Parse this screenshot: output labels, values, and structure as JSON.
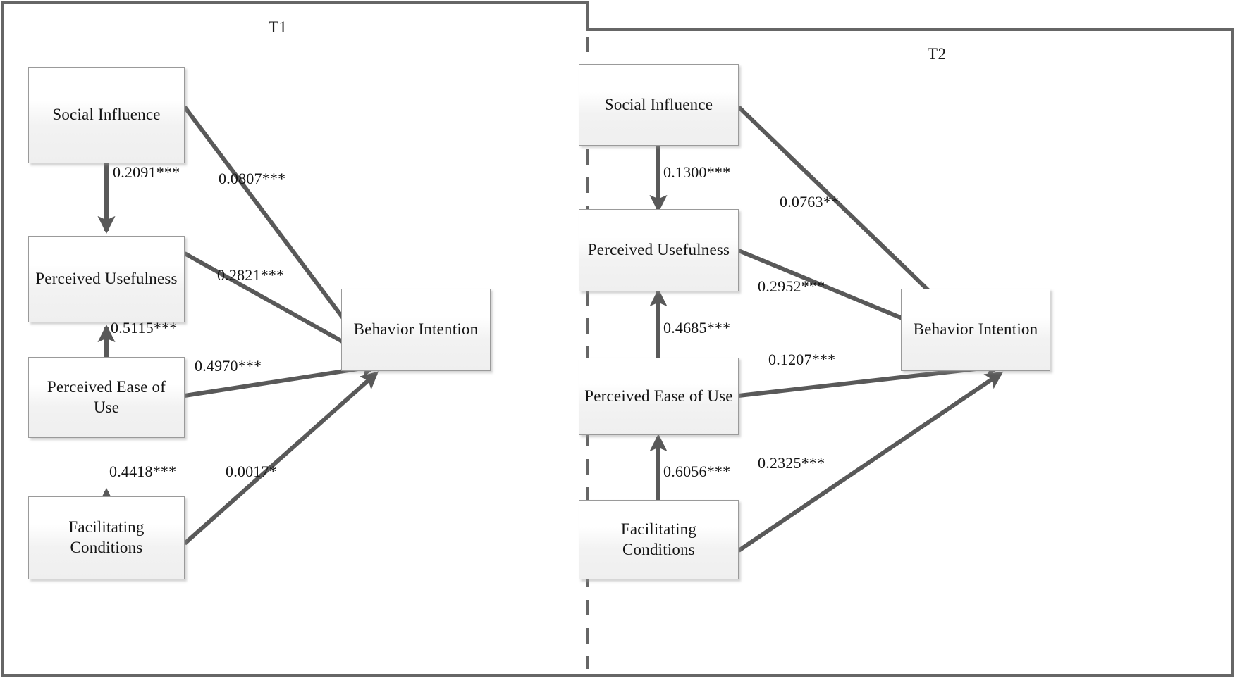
{
  "figure": {
    "type": "path-diagram",
    "description": "Two-panel structural equation model path diagram comparing time point T1 and T2",
    "panels": [
      {
        "id": "T1",
        "title": "T1",
        "nodes": [
          {
            "id": "si",
            "label": "Social Influence"
          },
          {
            "id": "pu",
            "label": "Perceived Usefulness"
          },
          {
            "id": "peou",
            "label": "Perceived Ease of Use"
          },
          {
            "id": "fc",
            "label_line1": "Facilitating",
            "label_line2": "Conditions"
          },
          {
            "id": "bi",
            "label": "Behavior Intention"
          }
        ],
        "edges": [
          {
            "from": "si",
            "to": "pu",
            "label": "0.2091***"
          },
          {
            "from": "si",
            "to": "bi",
            "label": "0.0807***"
          },
          {
            "from": "pu",
            "to": "bi",
            "label": "0.2821***"
          },
          {
            "from": "peou",
            "to": "pu",
            "label": "0.5115***"
          },
          {
            "from": "peou",
            "to": "bi",
            "label": "0.4970***"
          },
          {
            "from": "fc",
            "to": "peou",
            "label": "0.4418***"
          },
          {
            "from": "fc",
            "to": "bi",
            "label": "0.0017*"
          }
        ]
      },
      {
        "id": "T2",
        "title": "T2",
        "nodes": [
          {
            "id": "si",
            "label": "Social Influence"
          },
          {
            "id": "pu",
            "label": "Perceived Usefulness"
          },
          {
            "id": "peou",
            "label": "Perceived Ease of Use"
          },
          {
            "id": "fc",
            "label_line1": "Facilitating",
            "label_line2": "Conditions"
          },
          {
            "id": "bi",
            "label": "Behavior Intention"
          }
        ],
        "edges": [
          {
            "from": "si",
            "to": "pu",
            "label": "0.1300***"
          },
          {
            "from": "si",
            "to": "bi",
            "label": "0.0763**"
          },
          {
            "from": "pu",
            "to": "bi",
            "label": "0.2952***"
          },
          {
            "from": "peou",
            "to": "pu",
            "label": "0.4685***"
          },
          {
            "from": "peou",
            "to": "bi",
            "label": "0.1207***"
          },
          {
            "from": "fc",
            "to": "peou",
            "label": "0.6056***"
          },
          {
            "from": "fc",
            "to": "bi",
            "label": "0.2325***"
          }
        ]
      }
    ],
    "colors": {
      "frame": "#666666",
      "divider": "#666666",
      "arrow": "#595959",
      "node_border": "#9a9a9a",
      "text": "#141414"
    }
  }
}
